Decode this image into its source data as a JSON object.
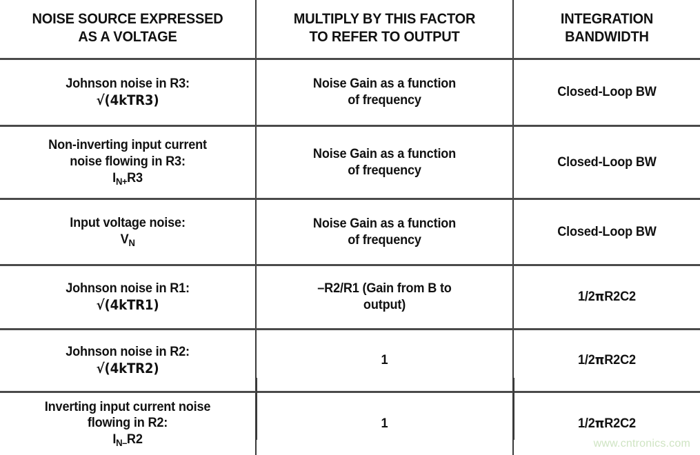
{
  "table": {
    "headers": [
      "NOISE SOURCE EXPRESSED AS A VOLTAGE",
      "MULTIPLY BY THIS FACTOR TO REFER TO OUTPUT",
      "INTEGRATION BANDWIDTH"
    ],
    "header_lines": {
      "col1_line1": "NOISE SOURCE EXPRESSED",
      "col1_line2": "AS A VOLTAGE",
      "col2_line1": "MULTIPLY BY THIS FACTOR",
      "col2_line2": "TO REFER TO OUTPUT",
      "col3_line1": "INTEGRATION",
      "col3_line2": "BANDWIDTH"
    },
    "rows": [
      {
        "source_label": "Johnson noise in R3:",
        "source_formula_pre": "√(4kTR3)",
        "source_formula_sub": "",
        "source_formula_post": "",
        "factor_line1": "Noise Gain as a function",
        "factor_line2": "of frequency",
        "bandwidth": "Closed-Loop BW"
      },
      {
        "source_label": "Non-inverting input current",
        "source_label2": "noise flowing in R3:",
        "source_formula_pre": "I",
        "source_formula_sub": "N+",
        "source_formula_post": "R3",
        "factor_line1": "Noise Gain as a function",
        "factor_line2": "of frequency",
        "bandwidth": "Closed-Loop BW"
      },
      {
        "source_label": "Input voltage noise:",
        "source_formula_pre": "V",
        "source_formula_sub": "N",
        "source_formula_post": "",
        "factor_line1": "Noise Gain as a function",
        "factor_line2": "of frequency",
        "bandwidth": "Closed-Loop BW"
      },
      {
        "source_label": "Johnson noise in R1:",
        "source_formula_pre": "√(4kTR1)",
        "source_formula_sub": "",
        "source_formula_post": "",
        "factor_line1": "–R2/R1 (Gain from B to",
        "factor_line2": "output)",
        "bandwidth_pre": "1/2",
        "bandwidth_pi": "π",
        "bandwidth_post": "R2C2"
      },
      {
        "source_label": "Johnson noise in R2:",
        "source_formula_pre": "√(4kTR2)",
        "source_formula_sub": "",
        "source_formula_post": "",
        "factor_line1": "1",
        "factor_line2": "",
        "bandwidth_pre": "1/2",
        "bandwidth_pi": "π",
        "bandwidth_post": "R2C2"
      },
      {
        "source_label": "Inverting input current noise",
        "source_label2": "flowing in R2:",
        "source_formula_pre": "I",
        "source_formula_sub": "N–",
        "source_formula_post": "R2",
        "factor_line1": "1",
        "factor_line2": "",
        "bandwidth_pre": "1/2",
        "bandwidth_pi": "π",
        "bandwidth_post": "R2C2"
      }
    ]
  },
  "watermark": {
    "text": "www.cntronics.com",
    "color": "#cfe4c3"
  },
  "colors": {
    "text": "#111111",
    "rule": "#4a4a4a",
    "divider": "#3a3a3a",
    "background": "#ffffff"
  }
}
